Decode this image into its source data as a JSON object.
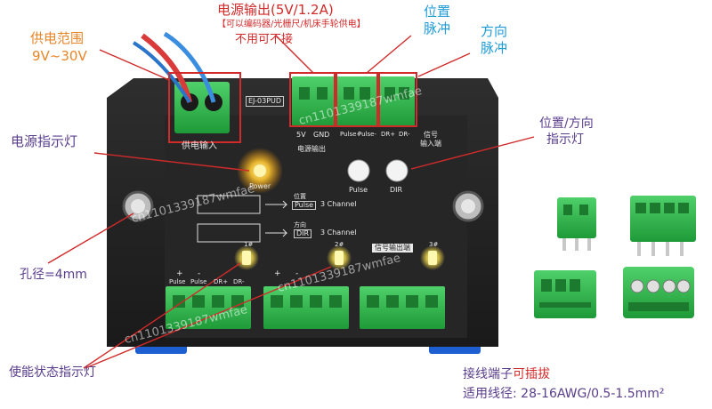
{
  "annotations": {
    "power_output_title": "电源输出(5V/1.2A)",
    "power_output_note": "【可以编码器/光栅尺/机床手轮供电】",
    "power_output_optional": "不用可不接",
    "position_pulse": [
      "位置",
      "脉冲"
    ],
    "direction_pulse": [
      "方向",
      "脉冲"
    ],
    "supply_range": [
      "供电范围",
      "9V~30V"
    ],
    "power_indicator": "电源指示灯",
    "pos_dir_indicator": [
      "位置/方向",
      "指示灯"
    ],
    "hole_diameter": "孔径=4mm",
    "enable_indicator": "使能状态指示灯",
    "terminal_pluggable_prefix": "接线端子",
    "terminal_pluggable_highlight": "可插拔",
    "wire_gauge": "适用线径: 28-16AWG/0.5-1.5mm²"
  },
  "board": {
    "model": "EJ-03PUD",
    "power_input": "供电输入",
    "power_output_label": "电源输出",
    "signal_input": [
      "信号",
      "输入端"
    ],
    "top_pins": [
      "5V",
      "GND",
      "Pulse+",
      "Pulse-",
      "DR+",
      "DR-"
    ],
    "power_led": "Power",
    "pulse_led": "Pulse",
    "dir_led": "DIR",
    "pos_label": "位置",
    "pulse_box": "Pulse",
    "dir_title": "方向",
    "dir_box": "DIR",
    "channel": "3 Channel",
    "output_caption": "信号输出端",
    "channel_numbers": [
      "1#",
      "2#",
      "3#"
    ],
    "bottom_pins": [
      "+",
      "-",
      "+",
      "-"
    ],
    "bottom_pin_names": [
      "Pulse",
      "Pulse",
      "DR+",
      "DR-"
    ]
  },
  "watermarks": [
    "cn1101339187wmfae",
    "cn1101339187wmfae",
    "cn1101339187wmfae",
    "cn1101339187wmfae"
  ],
  "colors": {
    "annotation_red": "#d12a2a",
    "annotation_blue": "#1e9bd7",
    "annotation_orange": "#e8862a",
    "annotation_purple": "#5a3e8c",
    "board_black": "#232323",
    "terminal_green": "#2fb24a",
    "led_yellow": "#ffd23a"
  }
}
